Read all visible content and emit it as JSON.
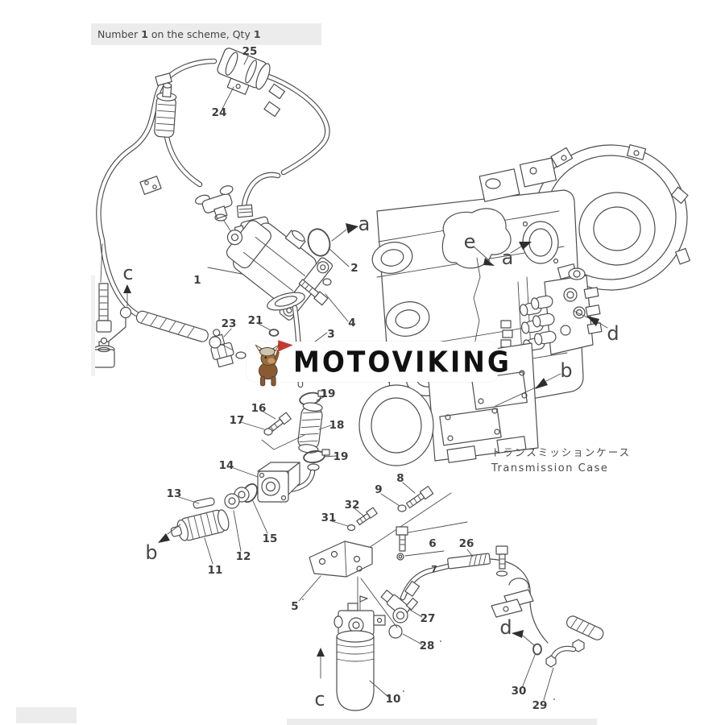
{
  "note": {
    "prefix": "Number ",
    "bold_number": "1",
    "middle": " on the scheme, Qty ",
    "qty": "1"
  },
  "watermark": {
    "brand": "MOTOVIKING",
    "mascot": "viking-mascot-icon"
  },
  "captions": {
    "transmission_case_jp": "トランスミッションケース",
    "transmission_case_en": "Transmission Case"
  },
  "colors": {
    "line": "#4d4d4d",
    "flag_red": "#c8372d",
    "mascot_brown": "#8a5a30",
    "mascot_tan": "#c79a66",
    "note_bg": "#ececec"
  },
  "labels": {
    "n1": "1",
    "n2": "2",
    "n3": "3",
    "n4": "4",
    "n5": "5",
    "n6": "6",
    "n7": "7",
    "n8": "8",
    "n9": "9",
    "n10": "10",
    "n11": "11",
    "n12": "12",
    "n13": "13",
    "n14": "14",
    "n15": "15",
    "n16": "16",
    "n17": "17",
    "n18": "18",
    "n19a": "19",
    "n19b": "19",
    "n21": "21",
    "n23": "23",
    "n24": "24",
    "n25": "25",
    "n26": "26",
    "n27": "27",
    "n28": "28",
    "n29": "29",
    "n30": "30",
    "n31": "31",
    "n32": "32",
    "a_top": "a",
    "a_case": "a",
    "b_case": "b",
    "b_filter": "b",
    "c_top": "c",
    "c_bottom": "c",
    "d_case": "d",
    "d_hose": "d",
    "e_case": "e"
  }
}
